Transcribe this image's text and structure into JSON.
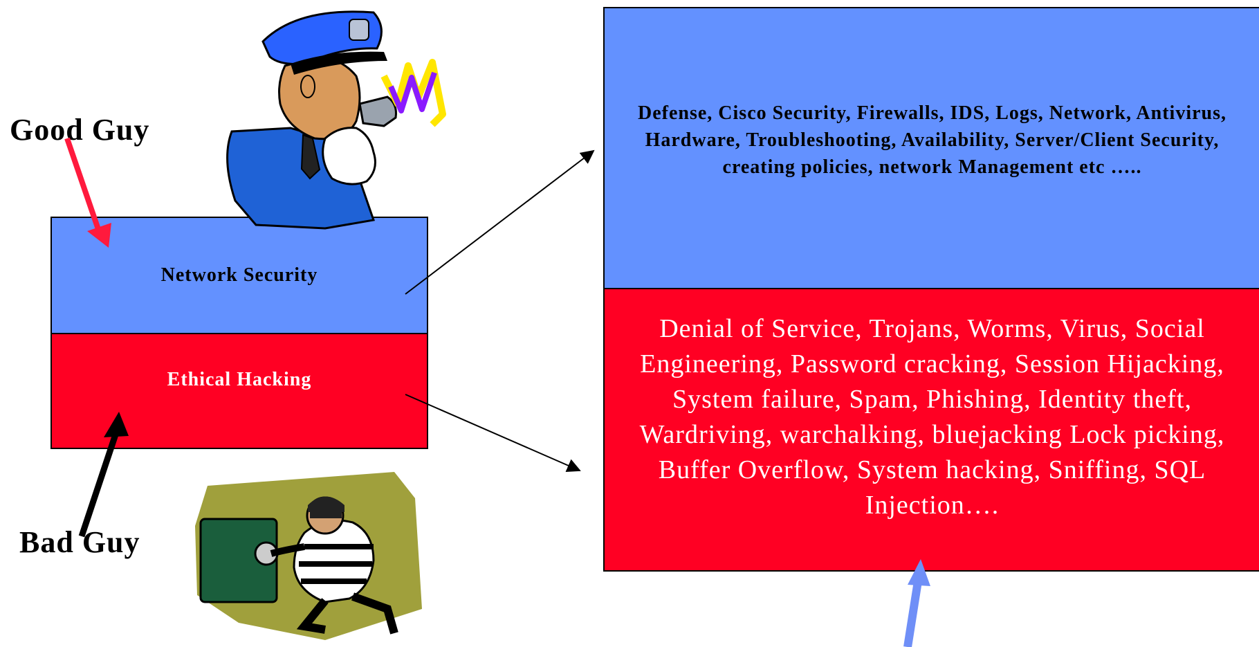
{
  "labels": {
    "good_guy": "Good Guy",
    "bad_guy": "Bad Guy"
  },
  "boxes": {
    "network_security": "Network Security",
    "ethical_hacking": "Ethical Hacking",
    "defense_topics": "Defense, Cisco Security, Firewalls, IDS, Logs, Network, Antivirus, Hardware, Troubleshooting, Availability, Server/Client Security, creating policies, network Management etc …..",
    "attack_topics": "Denial of Service, Trojans, Worms, Virus, Social Engineering, Password cracking, Session Hijacking, System failure, Spam, Phishing, Identity theft, Wardriving, warchalking, bluejacking Lock picking, Buffer Overflow, System hacking, Sniffing, SQL Injection…."
  },
  "colors": {
    "blue": "#6391ff",
    "red": "#ff0023",
    "good_arrow": "#ff1a3d",
    "bad_arrow": "#000000",
    "bottom_arrow": "#6f8ff7"
  },
  "icons": {
    "police": "police-officer-clipart",
    "burglar": "burglar-cracking-safe-clipart"
  }
}
